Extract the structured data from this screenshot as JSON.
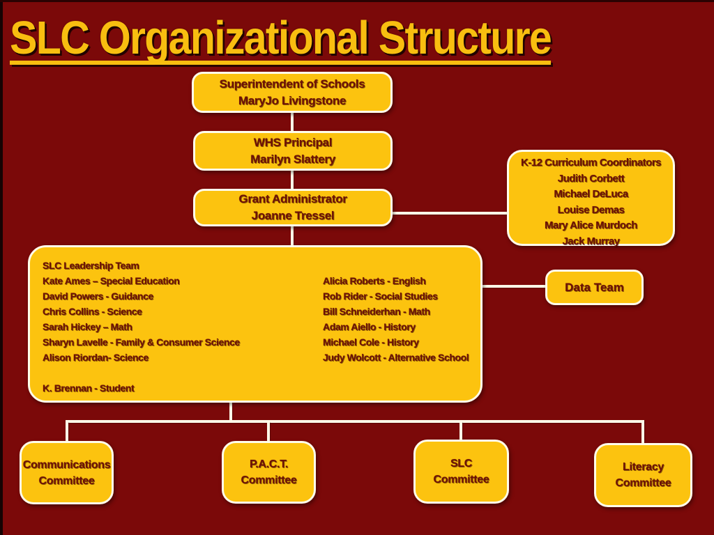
{
  "slide": {
    "title": "SLC Organizational Structure",
    "colors": {
      "background": "#7B0909",
      "box_fill": "#FCC30F",
      "box_border": "#FFFDEB",
      "box_text": "#6E1005",
      "title_text": "#F8BE10",
      "connector": "#FEF9E8"
    }
  },
  "org_chart": {
    "superintendent": {
      "role": "Superintendent of Schools",
      "name": "MaryJo Livingstone"
    },
    "principal": {
      "role": "WHS Principal",
      "name": "Marilyn Slattery"
    },
    "grant_admin": {
      "role": "Grant Administrator",
      "name": "Joanne Tressel"
    },
    "k12_coordinators": {
      "heading": "K-12 Curriculum Coordinators",
      "members": [
        "Judith Corbett",
        "Michael DeLuca",
        "Louise Demas",
        "Mary Alice Murdoch",
        "Jack Murray"
      ]
    },
    "leadership_team": {
      "heading": "SLC Leadership Team",
      "left_column": [
        "Kate Ames – Special Education",
        "David Powers - Guidance",
        "Chris Collins - Science",
        "Sarah Hickey – Math",
        "Sharyn Lavelle - Family & Consumer Science",
        "Alison Riordan- Science",
        "",
        "K. Brennan - Student"
      ],
      "right_column": [
        "Alicia Roberts - English",
        "Rob Rider - Social Studies",
        "Bill Schneiderhan - Math",
        "Adam Aiello - History",
        "Michael Cole - History",
        "Judy Wolcott - Alternative School"
      ]
    },
    "data_team": {
      "label": "Data Team"
    },
    "committees": [
      "Communications\nCommittee",
      "P.A.C.T.\nCommittee",
      "SLC\nCommittee",
      "Literacy\nCommittee"
    ]
  }
}
